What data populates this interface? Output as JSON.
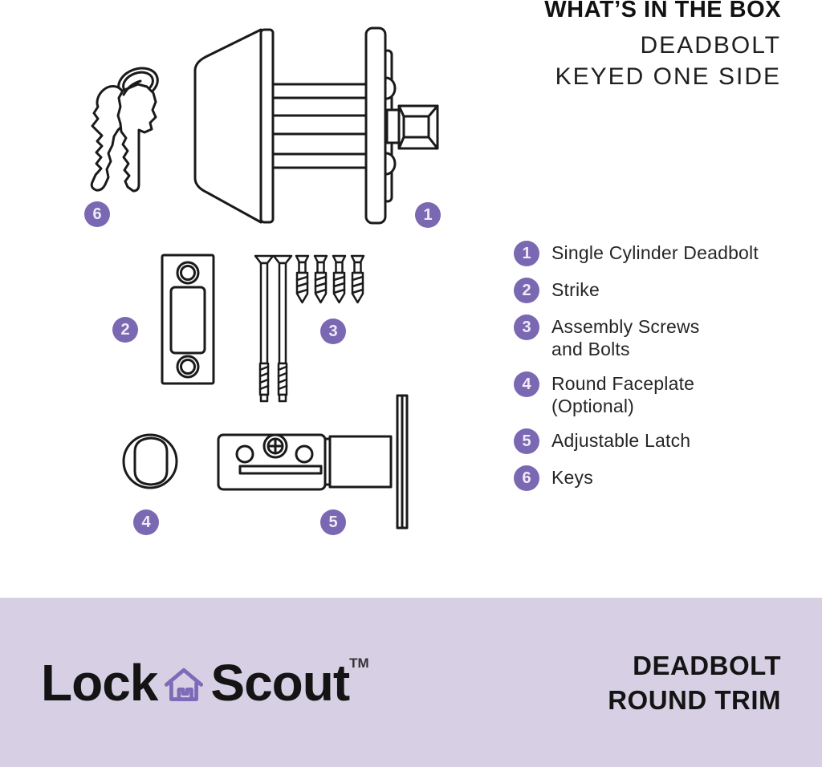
{
  "header": {
    "title": "WHAT’S IN THE BOX",
    "subtitle_line1": "DEADBOLT",
    "subtitle_line2": "KEYED ONE SIDE"
  },
  "legend": {
    "items": [
      {
        "number": "1",
        "label": "Single Cylinder Deadbolt"
      },
      {
        "number": "2",
        "label": "Strike"
      },
      {
        "number": "3",
        "label": "Assembly Screws\nand Bolts"
      },
      {
        "number": "4",
        "label": "Round Faceplate\n(Optional)"
      },
      {
        "number": "5",
        "label": "Adjustable Latch"
      },
      {
        "number": "6",
        "label": "Keys"
      }
    ]
  },
  "footer": {
    "brand_first": "Lock",
    "brand_second": "Scout",
    "trademark": "TM",
    "product_line1": "DEADBOLT",
    "product_line2": "ROUND TRIM"
  },
  "colors": {
    "accent_purple": "#7A68B2",
    "badge_text": "#EFECF8",
    "footer_background": "#D7D0E5",
    "logo_house_purple": "#7D6BB7",
    "ink": "#1A1A1A"
  }
}
